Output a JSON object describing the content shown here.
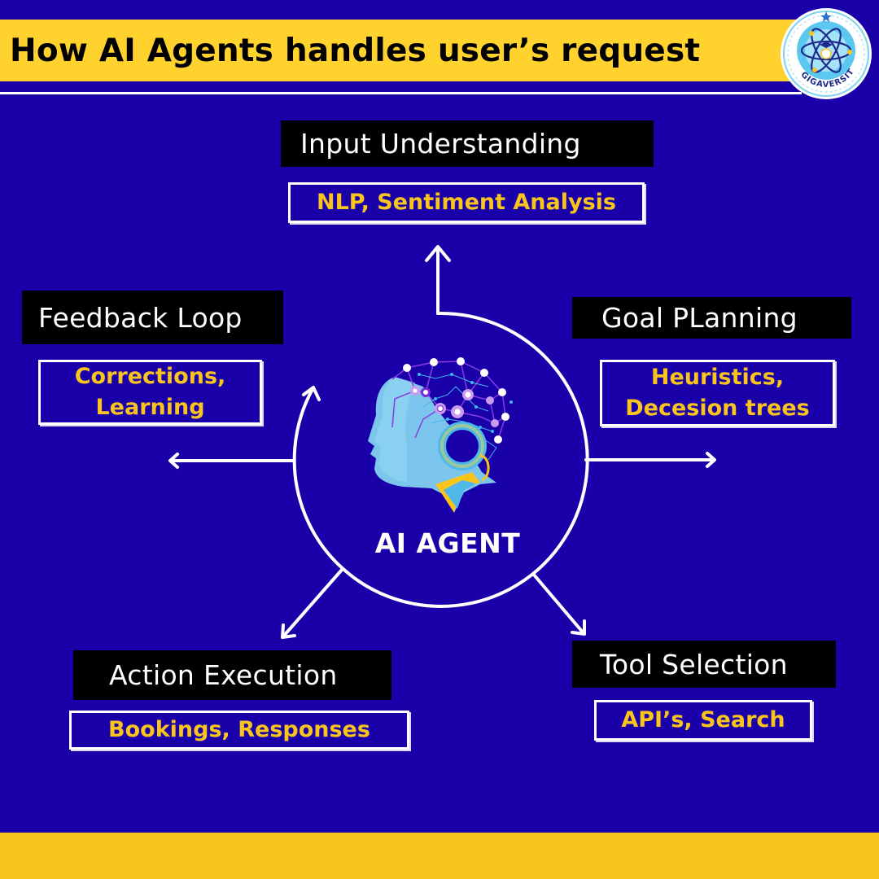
{
  "header": {
    "title": "How AI Agents handles user’s request",
    "logo": {
      "icon": "gigaversity-atom-logo",
      "text": "GIGAVERSITY"
    }
  },
  "colors": {
    "background": "#1a00a8",
    "accent_yellow": "#f9c41c",
    "title_bar_yellow": "#ffd22e",
    "label_black": "#000000",
    "line_white": "#ffffff"
  },
  "center": {
    "label": "AI AGENT",
    "icon": "ai-head-icon"
  },
  "stages": {
    "input_understanding": {
      "title": "Input Understanding",
      "detail": "NLP, Sentiment Analysis"
    },
    "goal_planning": {
      "title": "Goal PLanning",
      "detail_lines": [
        "Heuristics,",
        "Decesion trees"
      ]
    },
    "tool_selection": {
      "title": "Tool Selection",
      "detail": "API’s, Search"
    },
    "action_execution": {
      "title": "Action Execution",
      "detail": "Bookings, Responses"
    },
    "feedback_loop": {
      "title": "Feedback Loop",
      "detail_lines": [
        "Corrections,",
        "Learning"
      ]
    }
  }
}
